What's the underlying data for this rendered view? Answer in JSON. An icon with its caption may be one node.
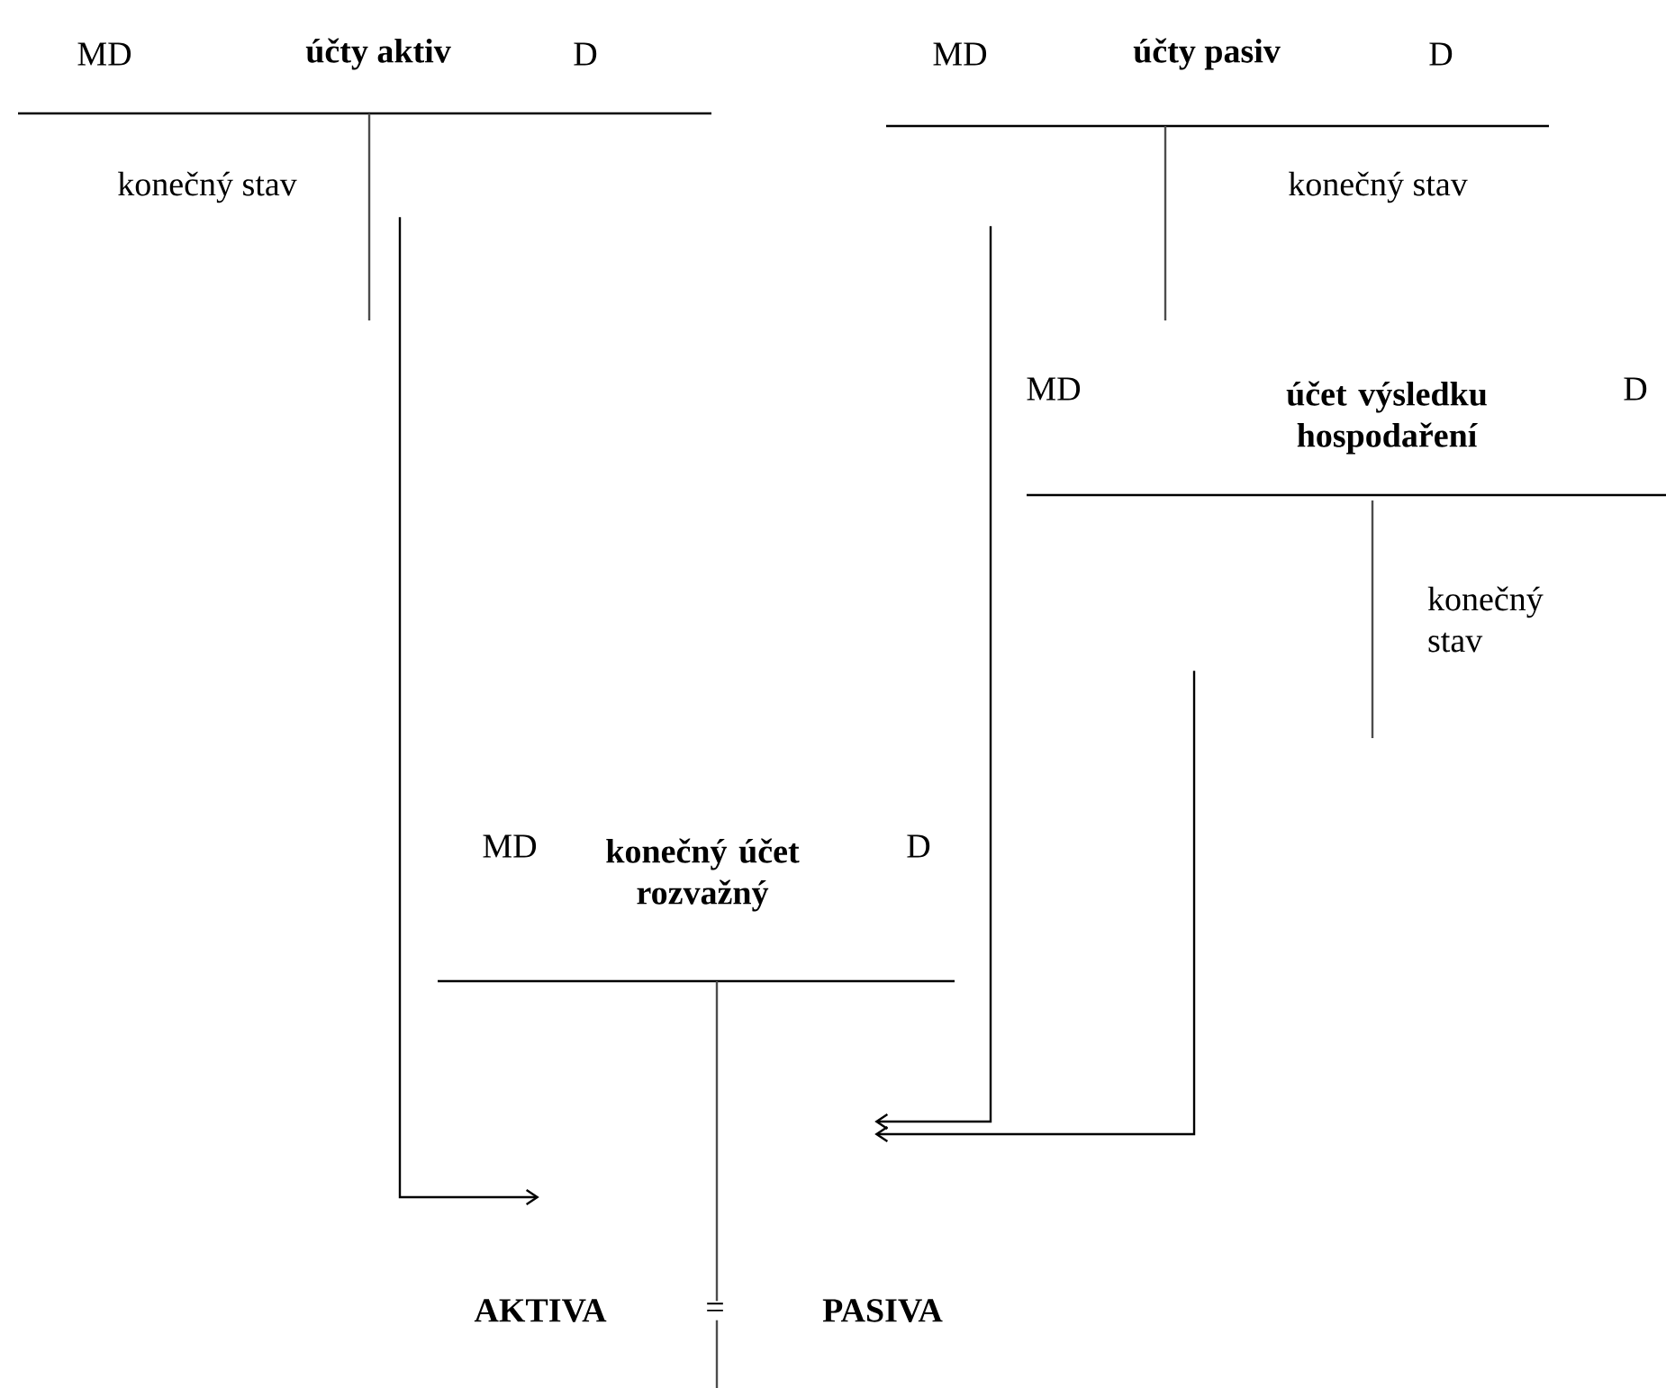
{
  "diagram": {
    "nodes": [
      {
        "text": [
          "MD",
          "účty aktiv",
          "D",
          "konečný stav"
        ]
      },
      {
        "text": [
          "MD",
          "účty pasiv",
          "D",
          "konečný stav"
        ]
      },
      {
        "text": [
          "MD",
          "účet výsledku hospodaření",
          "D",
          "konečný stav"
        ]
      },
      {
        "text": [
          "MD",
          "konečný účet rozvažný",
          "D",
          "AKTIVA",
          "=",
          "PASIVA"
        ]
      }
    ],
    "edges": [
      {
        "from": 0,
        "to": 3,
        "arrow": "to"
      },
      {
        "from": 1,
        "to": 3,
        "arrow": "to"
      },
      {
        "from": 2,
        "to": 3,
        "arrow": "to"
      }
    ]
  }
}
